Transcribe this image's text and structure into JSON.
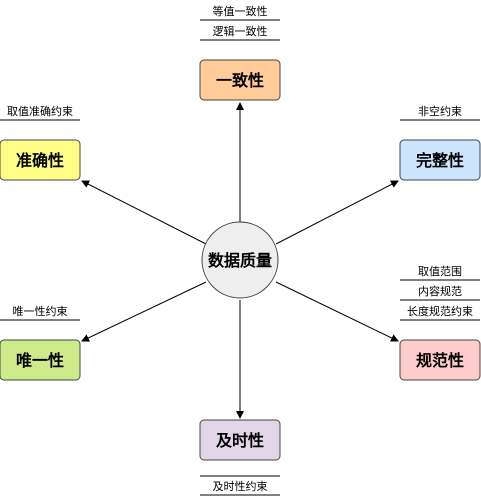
{
  "center": {
    "label": "数据质量"
  },
  "nodes": [
    {
      "id": "consistency",
      "label": "一致性",
      "fill": "#FFCC99",
      "notes": [
        "等值一致性",
        "逻辑一致性"
      ]
    },
    {
      "id": "accuracy",
      "label": "准确性",
      "fill": "#FFFF88",
      "notes": [
        "取值准确约束"
      ]
    },
    {
      "id": "completeness",
      "label": "完整性",
      "fill": "#CCE5FF",
      "notes": [
        "非空约束"
      ]
    },
    {
      "id": "normative",
      "label": "规范性",
      "fill": "#FFCCCC",
      "notes": [
        "取值范围",
        "内容规范",
        "长度规范约束"
      ]
    },
    {
      "id": "uniqueness",
      "label": "唯一性",
      "fill": "#CDEB8B",
      "notes": [
        "唯一性约束"
      ]
    },
    {
      "id": "timeliness",
      "label": "及时性",
      "fill": "#E1D5E7",
      "notes": [
        "及时性约束"
      ]
    }
  ]
}
